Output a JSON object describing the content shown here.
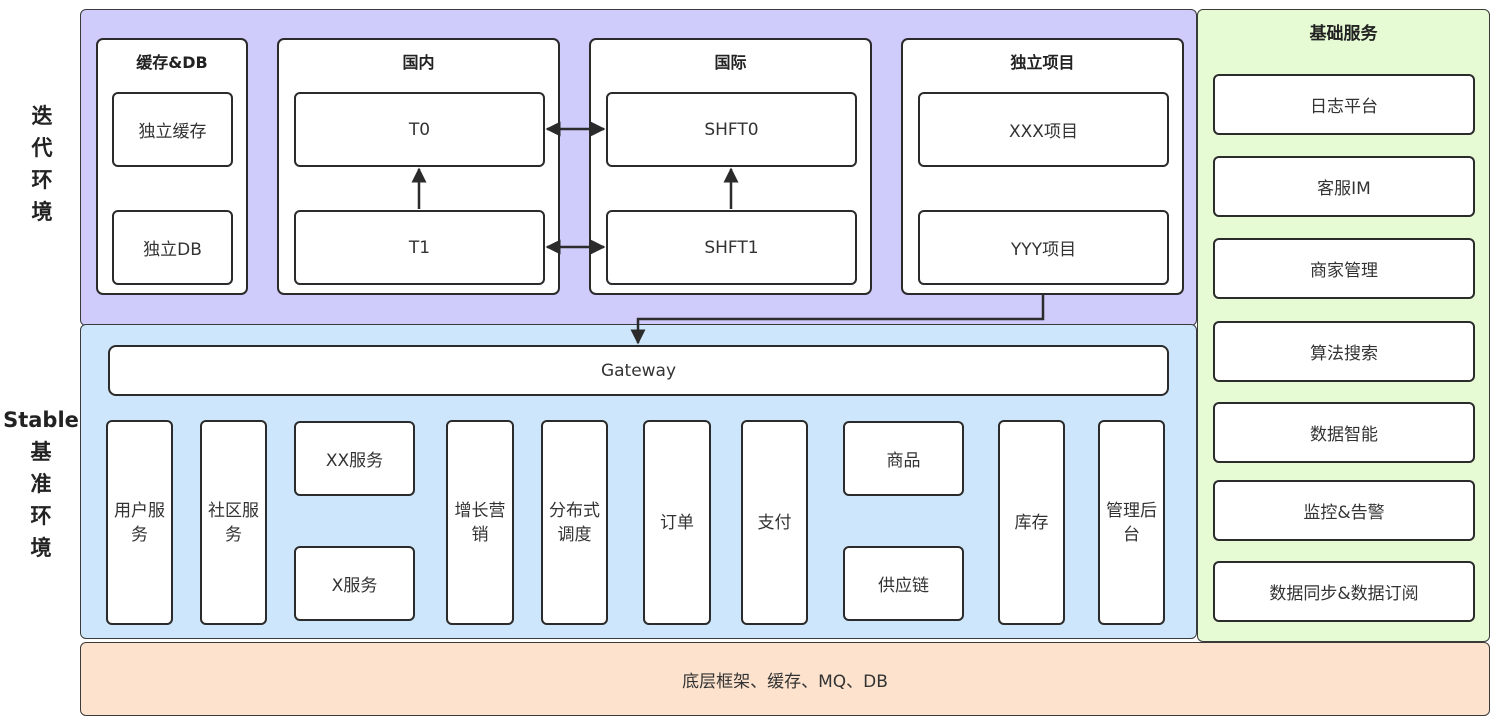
{
  "side_labels": {
    "iteration": "迭代环境",
    "stable_en": "Stable",
    "stable_cn": "基准环境"
  },
  "iteration": {
    "cache_db": {
      "title": "缓存&DB",
      "items": [
        "独立缓存",
        "独立DB"
      ]
    },
    "domestic": {
      "title": "国内",
      "items": [
        "T0",
        "T1"
      ]
    },
    "international": {
      "title": "国际",
      "items": [
        "SHFT0",
        "SHFT1"
      ]
    },
    "independent": {
      "title": "独立项目",
      "items": [
        "XXX项目",
        "YYY项目"
      ]
    }
  },
  "stable": {
    "gateway": "Gateway",
    "services": {
      "user": "用户服务",
      "community": "社区服务",
      "xx": "XX服务",
      "x": "X服务",
      "growth": "增长营销",
      "scheduling": "分布式调度",
      "order": "订单",
      "payment": "支付",
      "product": "商品",
      "supply_chain": "供应链",
      "inventory": "库存",
      "admin": "管理后台"
    }
  },
  "base_services": {
    "title": "基础服务",
    "items": [
      "日志平台",
      "客服IM",
      "商家管理",
      "算法搜索",
      "数据智能",
      "监控&告警",
      "数据同步&数据订阅"
    ]
  },
  "foundation": {
    "label": "底层框架、缓存、MQ、DB"
  },
  "colors": {
    "iteration_bg": "#cfccfb",
    "stable_bg": "#cde6fb",
    "base_bg": "#e6fbd4",
    "foundation_bg": "#fde3cd",
    "stroke": "#2b2b2b"
  }
}
